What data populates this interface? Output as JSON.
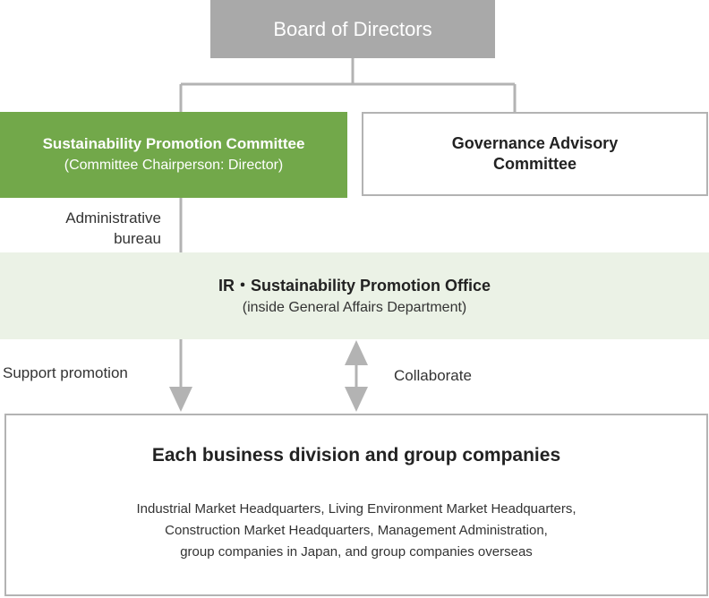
{
  "board": {
    "label": "Board of Directors"
  },
  "sustainability_committee": {
    "title": "Sustainability Promotion Committee",
    "subtitle": "(Committee Chairperson: Director)"
  },
  "governance_committee": {
    "line1": "Governance Advisory",
    "line2": "Committee"
  },
  "administrative_bureau": {
    "line1": "Administrative",
    "line2": "bureau"
  },
  "ir_office": {
    "title": "IR・Sustainability Promotion Office",
    "subtitle": "(inside General Affairs Department)"
  },
  "support_label": "Support promotion",
  "collaborate_label": "Collaborate",
  "business_divisions": {
    "title": "Each business division and group companies",
    "lines": [
      "Industrial Market Headquarters, Living Environment Market Headquarters,",
      "Construction Market Headquarters, Management Administration,",
      "group companies in Japan, and group companies overseas"
    ]
  },
  "colors": {
    "board": "#a9a9a9",
    "committee_green": "#72a84a",
    "office_bg": "#ebf2e6",
    "lines": "#b3b3b3"
  }
}
